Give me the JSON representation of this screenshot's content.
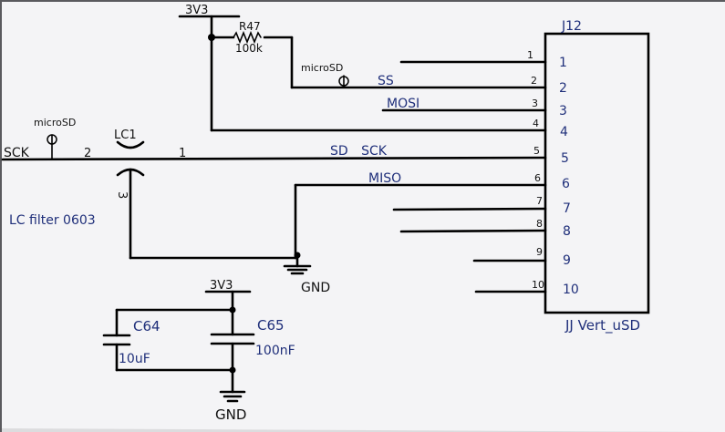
{
  "power": {
    "top": "3V3",
    "decoupling": "3V3"
  },
  "resistor": {
    "ref": "R47",
    "value": "100k"
  },
  "testpoint_labels": {
    "ss": "microSD",
    "sck": "microSD"
  },
  "nets": {
    "sck_in": "SCK",
    "ss": "SS",
    "mosi": "MOSI",
    "sd_sck": "SD SCK",
    "miso": "MISO"
  },
  "filter": {
    "ref": "LC1",
    "description": "LC filter 0603",
    "pin_left": "2",
    "pin_right": "1",
    "pin_gnd": "3"
  },
  "connector": {
    "ref": "J12",
    "part": "JJ Vert_uSD",
    "pins": [
      "1",
      "2",
      "3",
      "4",
      "5",
      "6",
      "7",
      "8",
      "9",
      "10"
    ]
  },
  "ground": {
    "filter": "GND",
    "decoupling": "GND"
  },
  "capacitors": [
    {
      "ref": "C64",
      "value": "10uF"
    },
    {
      "ref": "C65",
      "value": "100nF"
    }
  ],
  "colors": {
    "paper": "#f4f4f6",
    "ink": "#1f2f7a",
    "wire": "#000000"
  }
}
